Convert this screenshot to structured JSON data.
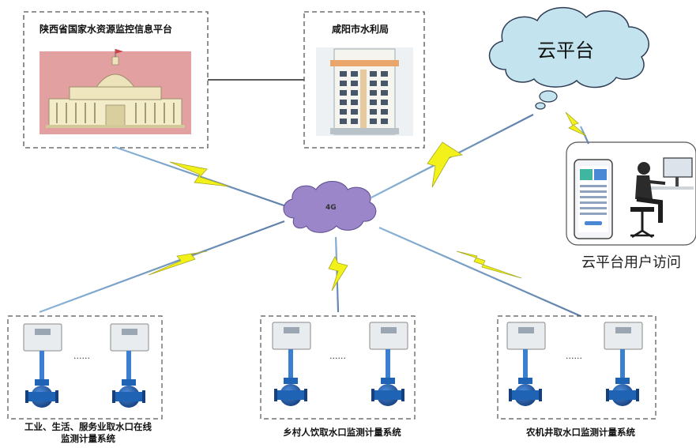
{
  "top_left_box": {
    "title": "陕西省国家水资源监控信息平台"
  },
  "top_right_box": {
    "title": "咸阳市水利局"
  },
  "cloud_platform": {
    "label": "云平台"
  },
  "cloud_user": {
    "label": "云平台用户访问"
  },
  "network": {
    "label": "4G"
  },
  "systems": [
    {
      "title_line1": "工业、生活、服务业取水口在线",
      "title_line2": "监测计量系统",
      "ellipsis": "......"
    },
    {
      "title_line1": "乡村人饮取水口监测计量系统",
      "title_line2": "",
      "ellipsis": "......"
    },
    {
      "title_line1": "农机井取水口监测计量系统",
      "title_line2": "",
      "ellipsis": "......"
    }
  ],
  "colors": {
    "gov_bg": "#e2a0a0",
    "cloud_fill": "#c3e3ee",
    "network_cloud_fill": "#9a86c8",
    "lightning": "#f2f21a",
    "meter_pipe": "#3a7fd0",
    "meter_body": "#1f63b4"
  },
  "icons": [
    "government-building-icon",
    "office-building-icon",
    "phone-app-icon",
    "office-worker-icon",
    "water-meter-icon",
    "flow-meter-icon"
  ]
}
